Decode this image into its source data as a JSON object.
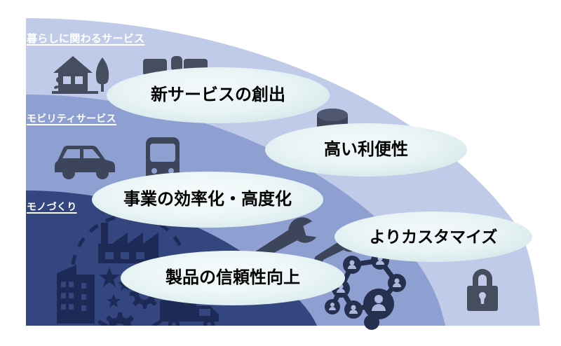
{
  "figure": {
    "title": "",
    "tiers": [
      {
        "id": "living-services",
        "label": "暮らしに関わるサービス",
        "color": "#bfcbe8"
      },
      {
        "id": "mobility-services",
        "label": "モビリティサービス",
        "color": "#8e9fd2"
      },
      {
        "id": "monozukuri",
        "label": "モノづくり",
        "color": "#33467f"
      }
    ],
    "callouts": [
      {
        "id": "new-service-creation",
        "label": "新サービスの創出"
      },
      {
        "id": "high-convenience",
        "label": "高い利便性"
      },
      {
        "id": "business-efficiency",
        "label": "事業の効率化・高度化"
      },
      {
        "id": "more-customization",
        "label": "よりカスタマイズ"
      },
      {
        "id": "product-reliability",
        "label": "製品の信頼性向上"
      }
    ],
    "icons": [
      {
        "id": "house-tree",
        "name": "house-icon",
        "tier": "living-services"
      },
      {
        "id": "desk-monitor",
        "name": "desk-monitor-icon",
        "tier": "living-services"
      },
      {
        "id": "database",
        "name": "database-icon",
        "tier": "living-services"
      },
      {
        "id": "car",
        "name": "car-icon",
        "tier": "mobility-services"
      },
      {
        "id": "train",
        "name": "train-icon",
        "tier": "mobility-services"
      },
      {
        "id": "stethoscope",
        "name": "stethoscope-icon",
        "tier": "mobility-services"
      },
      {
        "id": "padlock",
        "name": "lock-icon",
        "tier": "living-services"
      },
      {
        "id": "factory",
        "name": "factory-icon",
        "tier": "monozukuri"
      },
      {
        "id": "office-building",
        "name": "building-icon",
        "tier": "monozukuri"
      },
      {
        "id": "gears",
        "name": "gear-icon",
        "tier": "monozukuri"
      },
      {
        "id": "stars",
        "name": "star-icon",
        "tier": "monozukuri"
      },
      {
        "id": "truck",
        "name": "truck-icon",
        "tier": "monozukuri"
      },
      {
        "id": "wrench",
        "name": "wrench-icon",
        "tier": "monozukuri"
      },
      {
        "id": "network-people",
        "name": "network-icon",
        "tier": "monozukuri"
      }
    ],
    "colors": {
      "band_light": "#bfcbe8",
      "band_mid": "#8e9fd2",
      "band_dark": "#33467f",
      "icon_light": "#454d5e",
      "icon_mid": "#3c4559",
      "icon_dark": "#1d2a55",
      "label_text": "#ffffff",
      "oval_text": "#000000",
      "background": "#ffffff"
    }
  }
}
